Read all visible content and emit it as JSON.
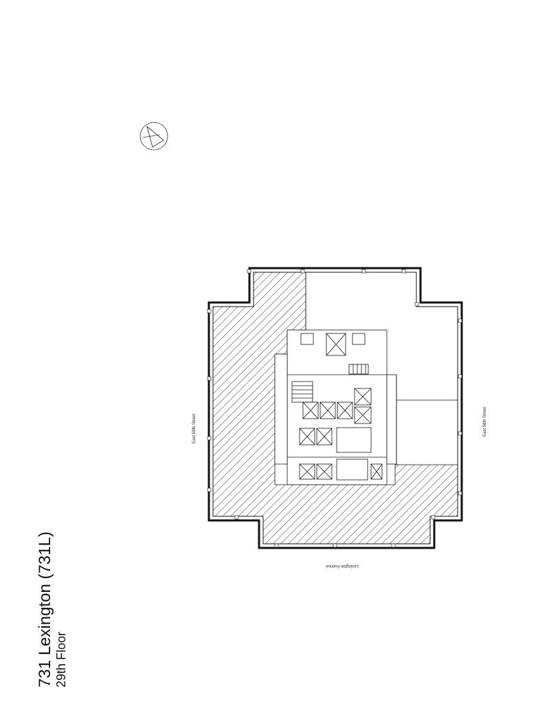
{
  "title": {
    "building": "731 Lexington (731L)",
    "floor": "29th Floor"
  },
  "streets": {
    "west": "East 59th Street",
    "east": "East 58th Street",
    "south": "Lexington Avenue"
  },
  "colors": {
    "line": "#111111",
    "hatch": "#333333",
    "background": "#ffffff"
  },
  "icons": {
    "north_arrow": "compass-icon"
  }
}
